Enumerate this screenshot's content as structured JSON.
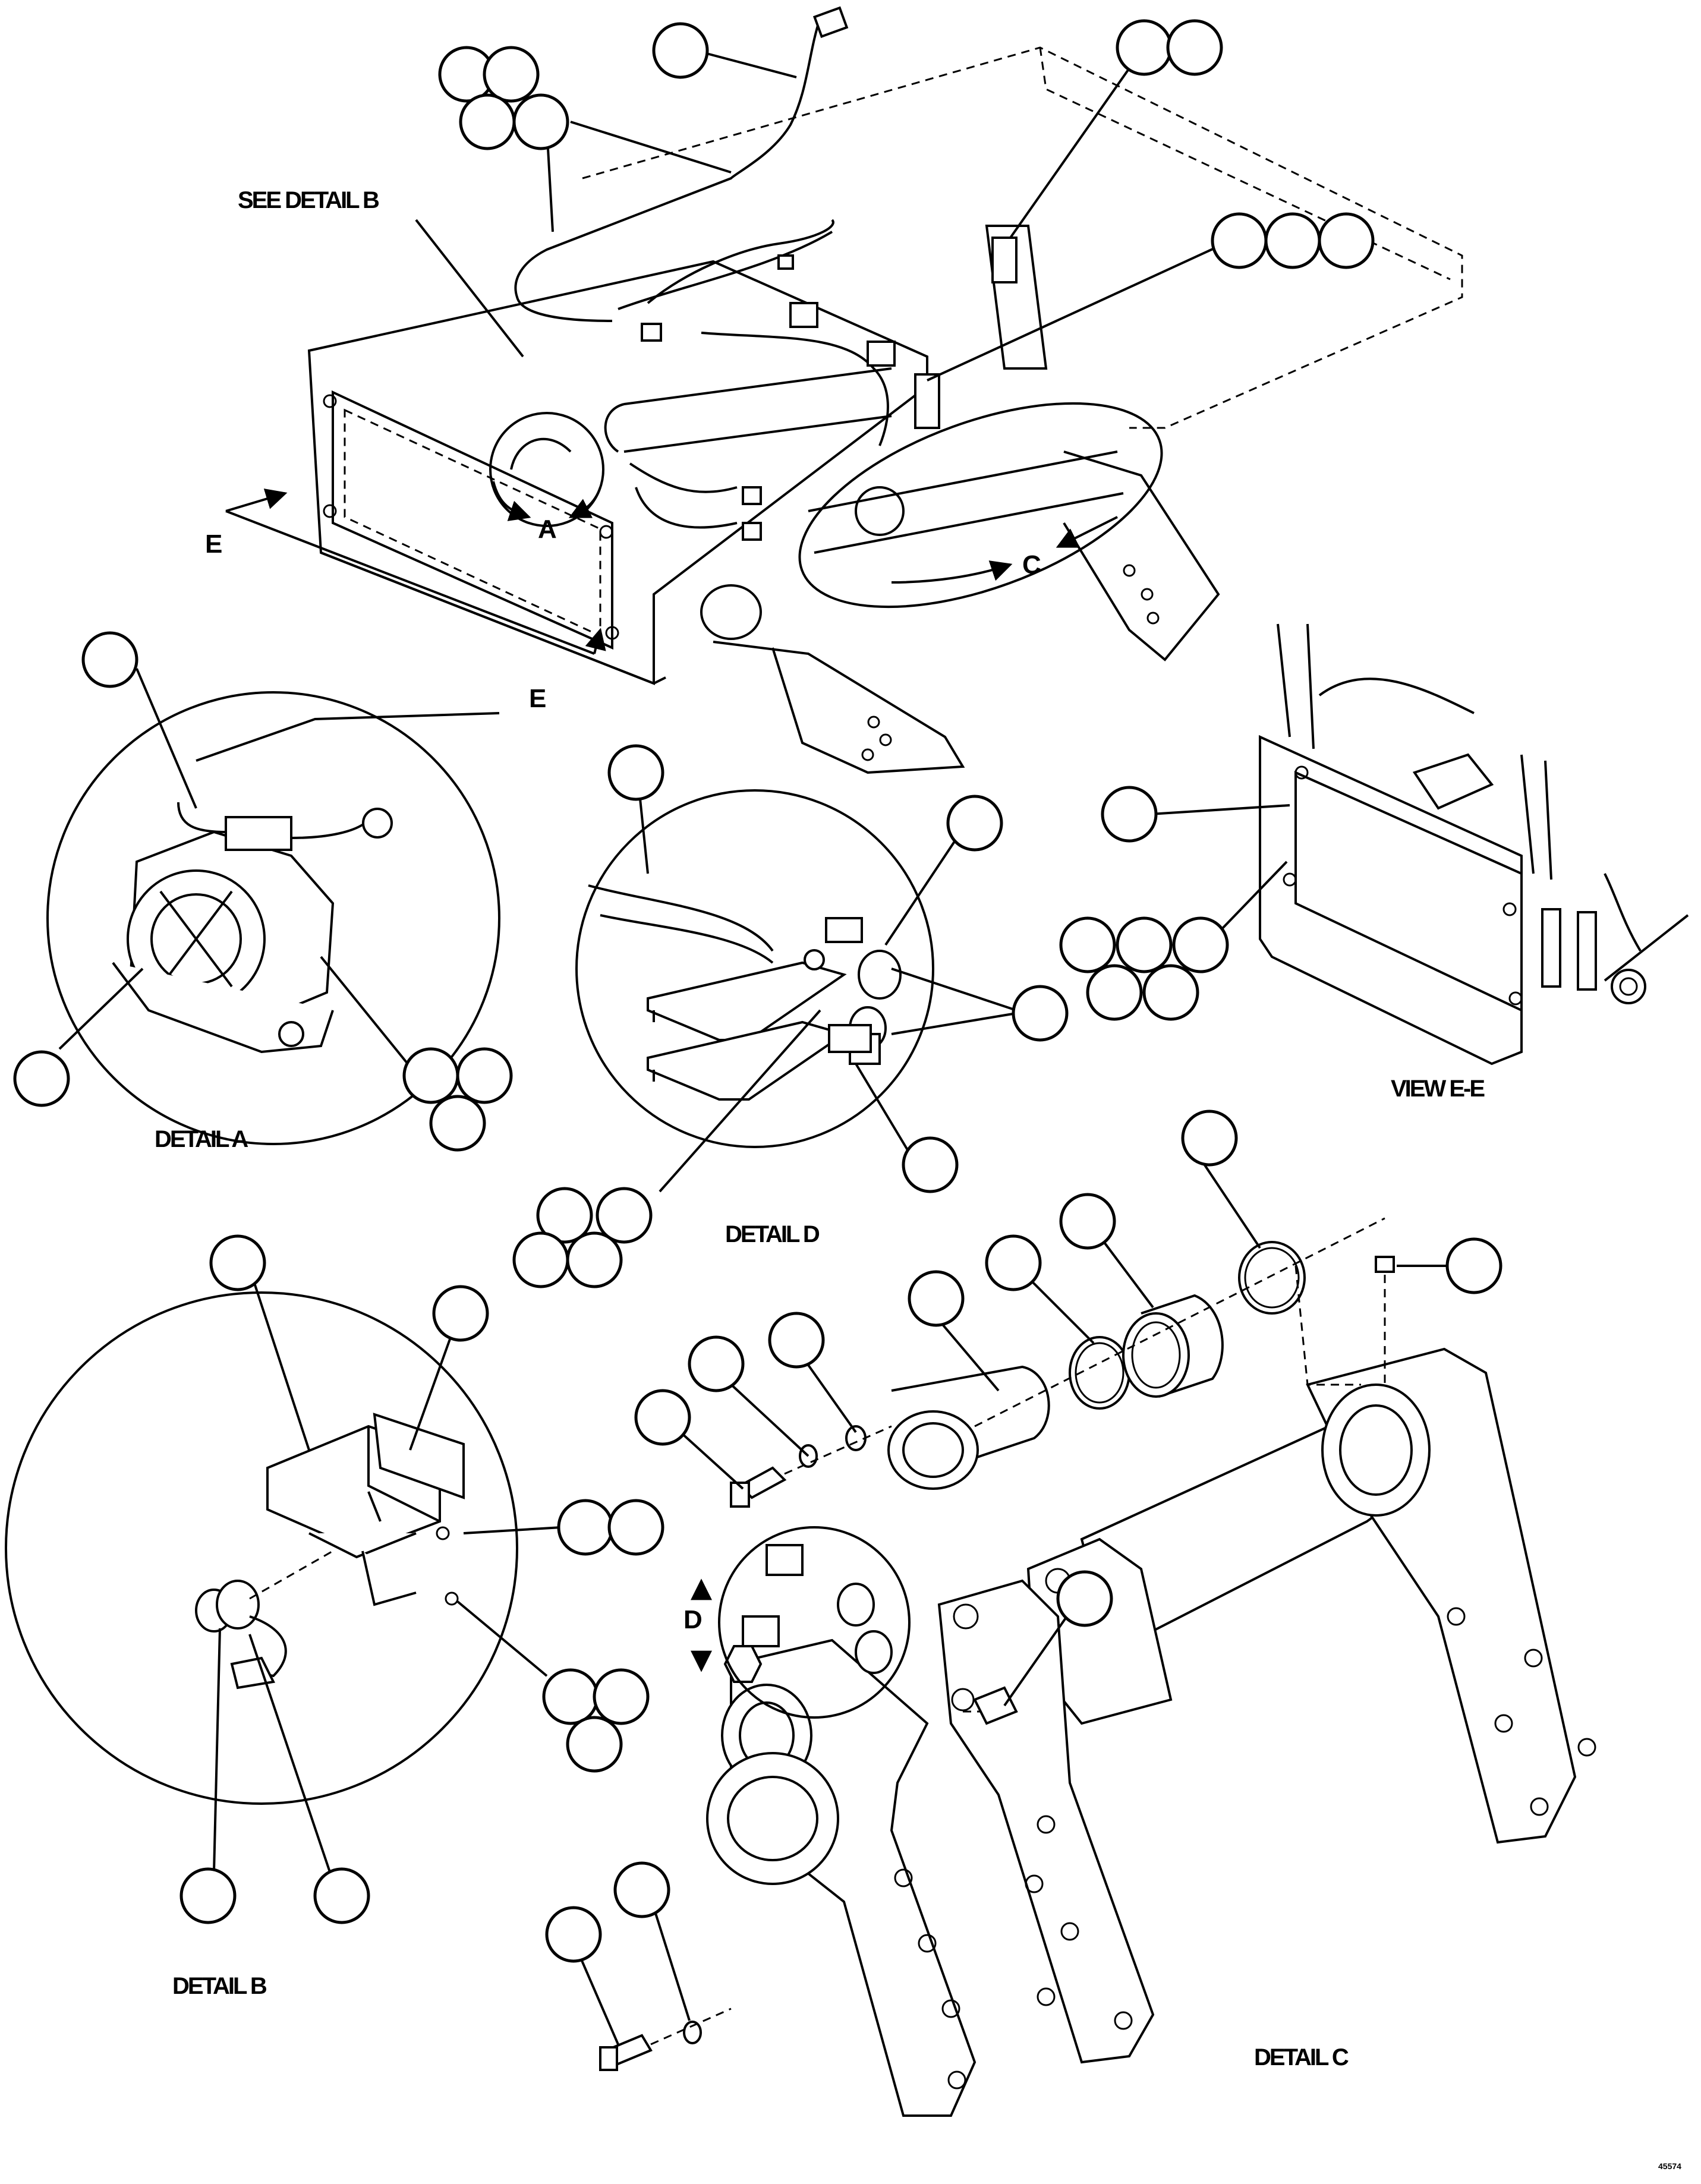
{
  "labels": {
    "see_detail_b": "SEE DETAIL B",
    "section_a": "A",
    "section_c": "C",
    "section_d": "D",
    "section_e_top": "E",
    "section_e_bottom": "E",
    "detail_a": "DETAIL A",
    "detail_b": "DETAIL B",
    "detail_c": "DETAIL C",
    "detail_d": "DETAIL D",
    "view_e_e": "VIEW E-E",
    "drawing_number": "45574"
  },
  "callout_bubbles": "blank (no item numbers printed)"
}
